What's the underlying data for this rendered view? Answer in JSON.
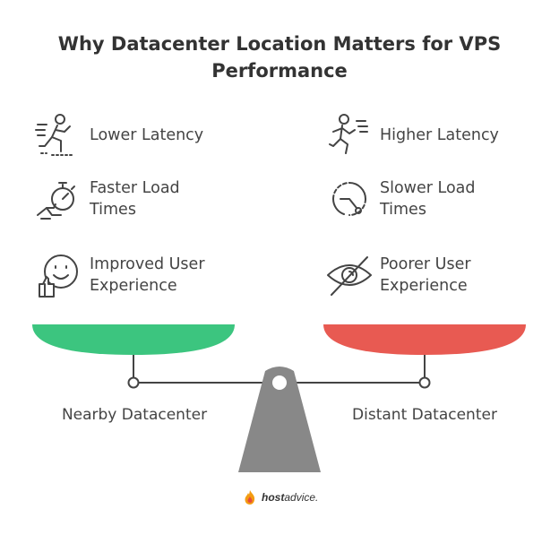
{
  "title": "Why Datacenter Location Matters for VPS Performance",
  "left": {
    "items": [
      {
        "label": "Lower Latency",
        "icon": "sprinting-person-icon"
      },
      {
        "label": "Faster Load Times",
        "icon": "hand-stopwatch-icon"
      },
      {
        "label": "Improved User Experience",
        "icon": "smiley-thumbs-up-icon"
      }
    ],
    "scale_label": "Nearby Datacenter",
    "pan_color": "#3cc57f"
  },
  "right": {
    "items": [
      {
        "label": "Higher Latency",
        "icon": "running-person-icon"
      },
      {
        "label": "Slower Load Times",
        "icon": "broken-clock-icon"
      },
      {
        "label": "Poorer User Experience",
        "icon": "crossed-eye-icon"
      }
    ],
    "scale_label": "Distant Datacenter",
    "pan_color": "#e85a52"
  },
  "fulcrum_color": "#888888",
  "brand": {
    "strong": "host",
    "light": "advice."
  }
}
